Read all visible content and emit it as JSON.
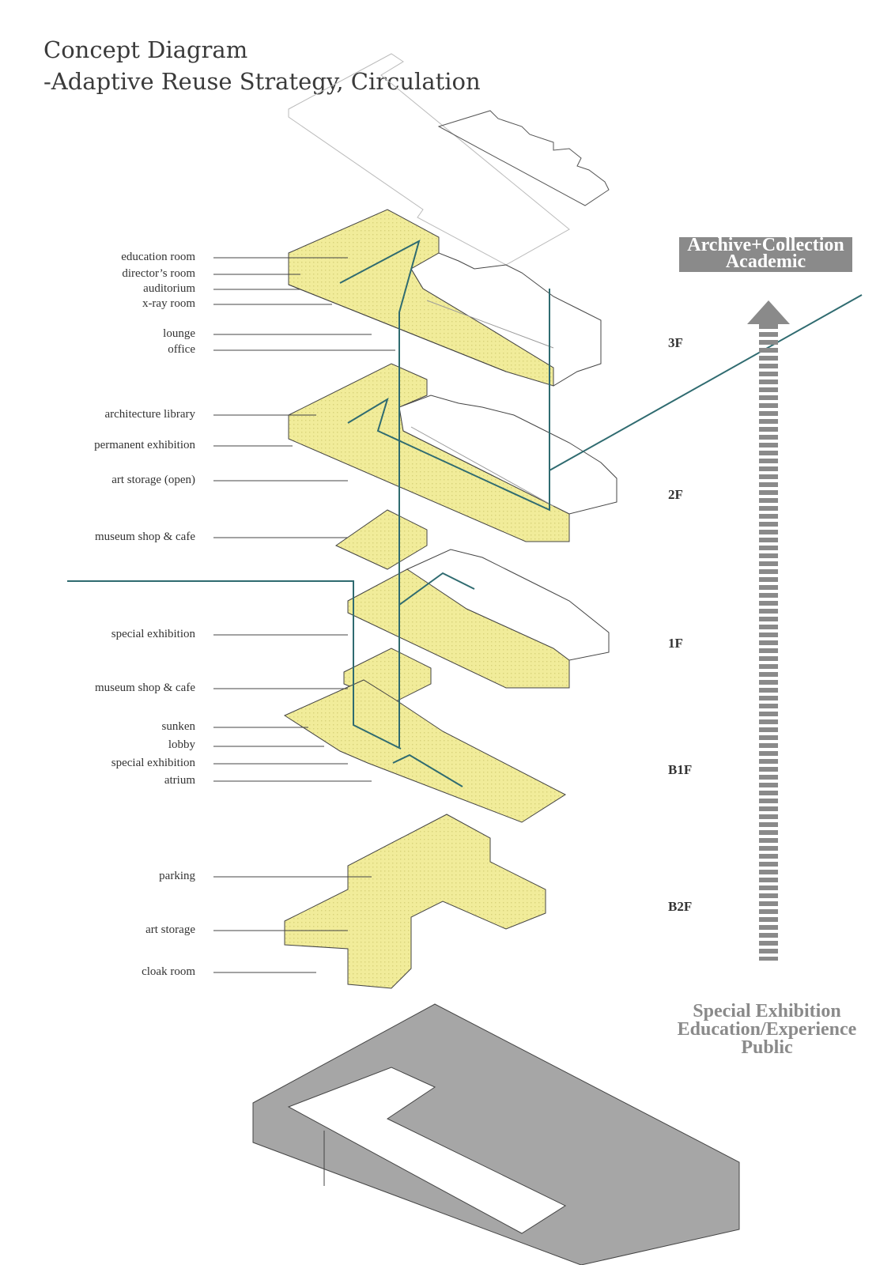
{
  "title": {
    "line1": "Concept Diagram",
    "line2": "-Adaptive Reuse Strategy, Circulation"
  },
  "labels": {
    "f3": [
      "education room",
      "director’s room",
      "auditorium",
      "x-ray room",
      "lounge",
      "office"
    ],
    "f2": [
      "architecture library",
      "permanent exhibition",
      "art storage (open)",
      "museum shop & cafe"
    ],
    "f1": [
      "special exhibition"
    ],
    "b1": [
      "museum shop & cafe",
      "sunken",
      "lobby",
      "special exhibition",
      "atrium"
    ],
    "b2": [
      "parking",
      "art storage",
      "cloak room"
    ]
  },
  "floors": [
    "3F",
    "2F",
    "1F",
    "B1F",
    "B2F"
  ],
  "top_banner": {
    "line1": "Archive+Collection",
    "line2": "Academic"
  },
  "bottom_text": {
    "line1": "Special Exhibition",
    "line2": "Education/Experience",
    "line3": "Public"
  },
  "colors": {
    "highlight": "#f0ec9a",
    "circulation": "#2f6b70",
    "gradient_arrow": "#8a8a8a",
    "base_block": "#a6a6a6"
  }
}
